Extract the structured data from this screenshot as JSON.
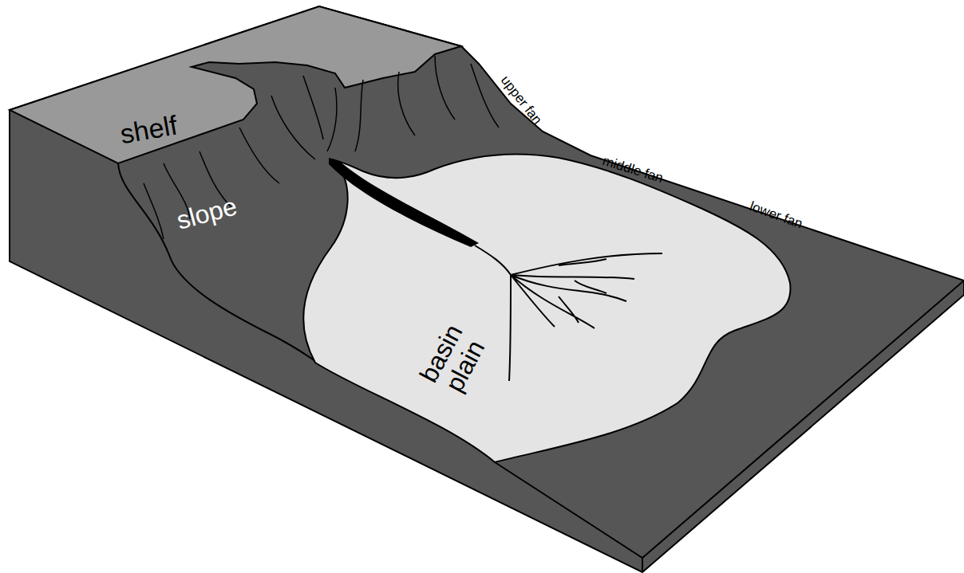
{
  "diagram": {
    "labels": [
      "shelf",
      "slope",
      "basin plain",
      "upper fan",
      "middle fan",
      "lower fan"
    ]
  }
}
